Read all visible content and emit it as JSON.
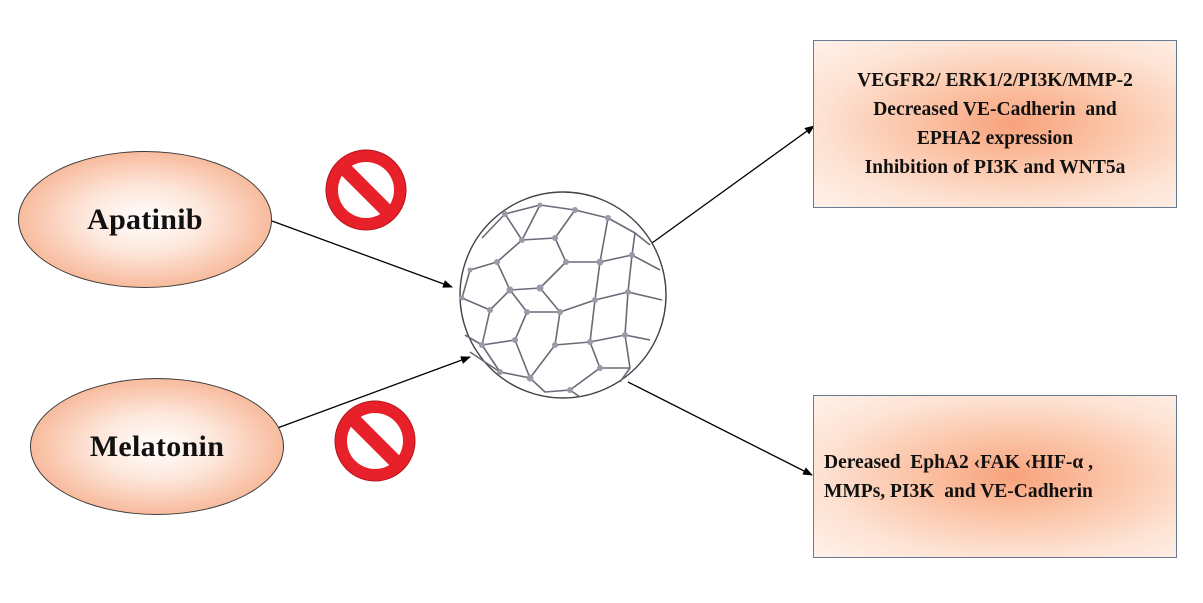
{
  "drugs": {
    "apatinib": "Apatinib",
    "melatonin": "Melatonin"
  },
  "outcomes": {
    "top": [
      "VEGFR2/ ERK1/2/PI3K/MMP-2",
      "Decreased VE-Cadherin  and",
      "EPHA2 expression",
      "Inhibition of PI3K and WNT5a"
    ],
    "bottom": [
      "Dereased  EphA2 ‹FAK ‹HIF-α ,",
      "MMPs, PI3K  and VE-Cadherin"
    ]
  },
  "icons": {
    "prohibition": "prohibition-icon",
    "cell": "vasculogenic-mimicry-network-icon"
  },
  "colors": {
    "prohibition_red": "#e8202a",
    "drug_fill": "#f7b696",
    "outcome_fill": "#f8a27c"
  }
}
